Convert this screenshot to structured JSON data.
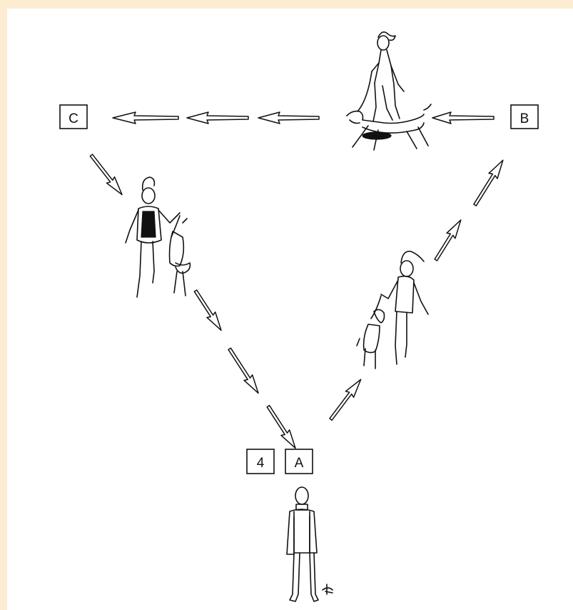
{
  "stations": {
    "c": "C",
    "b": "B",
    "a": "A",
    "four": "4"
  },
  "icons": [
    "handler-with-dog-icon",
    "judge-icon",
    "direction-arrow-icon"
  ]
}
